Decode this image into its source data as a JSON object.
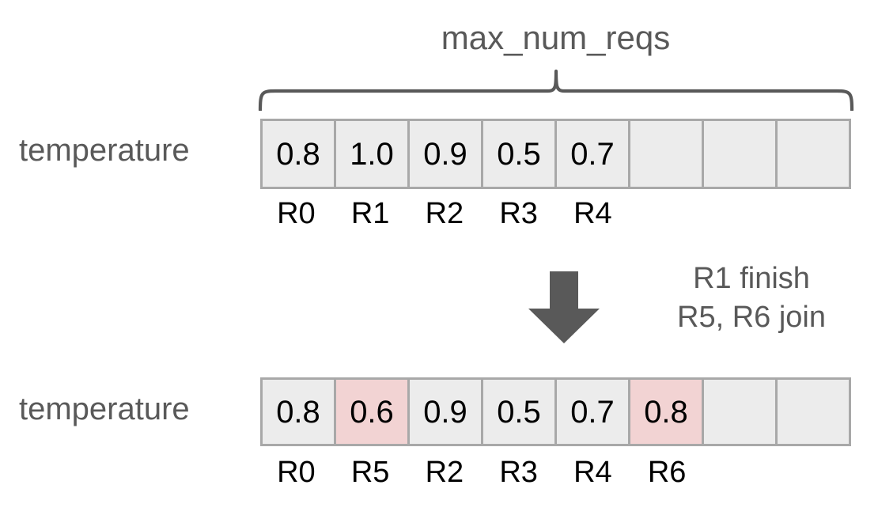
{
  "diagram": {
    "title": "max_num_reqs",
    "colors": {
      "cell_fill": "#ececec",
      "cell_highlight": "#f2d3d3",
      "cell_border": "#a8a8a8",
      "label_gray": "#595959",
      "arrow_gray": "#595959",
      "value_black": "#000000"
    },
    "rows": [
      {
        "label": "temperature",
        "capacity": 8,
        "cells": [
          {
            "value": "0.8",
            "index": "R0",
            "highlight": false,
            "empty": false
          },
          {
            "value": "1.0",
            "index": "R1",
            "highlight": false,
            "empty": false
          },
          {
            "value": "0.9",
            "index": "R2",
            "highlight": false,
            "empty": false
          },
          {
            "value": "0.5",
            "index": "R3",
            "highlight": false,
            "empty": false
          },
          {
            "value": "0.7",
            "index": "R4",
            "highlight": false,
            "empty": false
          },
          {
            "value": "",
            "index": "",
            "highlight": false,
            "empty": true
          },
          {
            "value": "",
            "index": "",
            "highlight": false,
            "empty": true
          },
          {
            "value": "",
            "index": "",
            "highlight": false,
            "empty": true
          }
        ]
      },
      {
        "label": "temperature",
        "capacity": 8,
        "cells": [
          {
            "value": "0.8",
            "index": "R0",
            "highlight": false,
            "empty": false
          },
          {
            "value": "0.6",
            "index": "R5",
            "highlight": true,
            "empty": false
          },
          {
            "value": "0.9",
            "index": "R2",
            "highlight": false,
            "empty": false
          },
          {
            "value": "0.5",
            "index": "R3",
            "highlight": false,
            "empty": false
          },
          {
            "value": "0.7",
            "index": "R4",
            "highlight": false,
            "empty": false
          },
          {
            "value": "0.8",
            "index": "R6",
            "highlight": true,
            "empty": false
          },
          {
            "value": "",
            "index": "",
            "highlight": false,
            "empty": true
          },
          {
            "value": "",
            "index": "",
            "highlight": false,
            "empty": true
          }
        ]
      }
    ],
    "transition": {
      "arrow": "down-arrow",
      "notes": [
        "R1 finish",
        "R5, R6 join"
      ]
    }
  }
}
